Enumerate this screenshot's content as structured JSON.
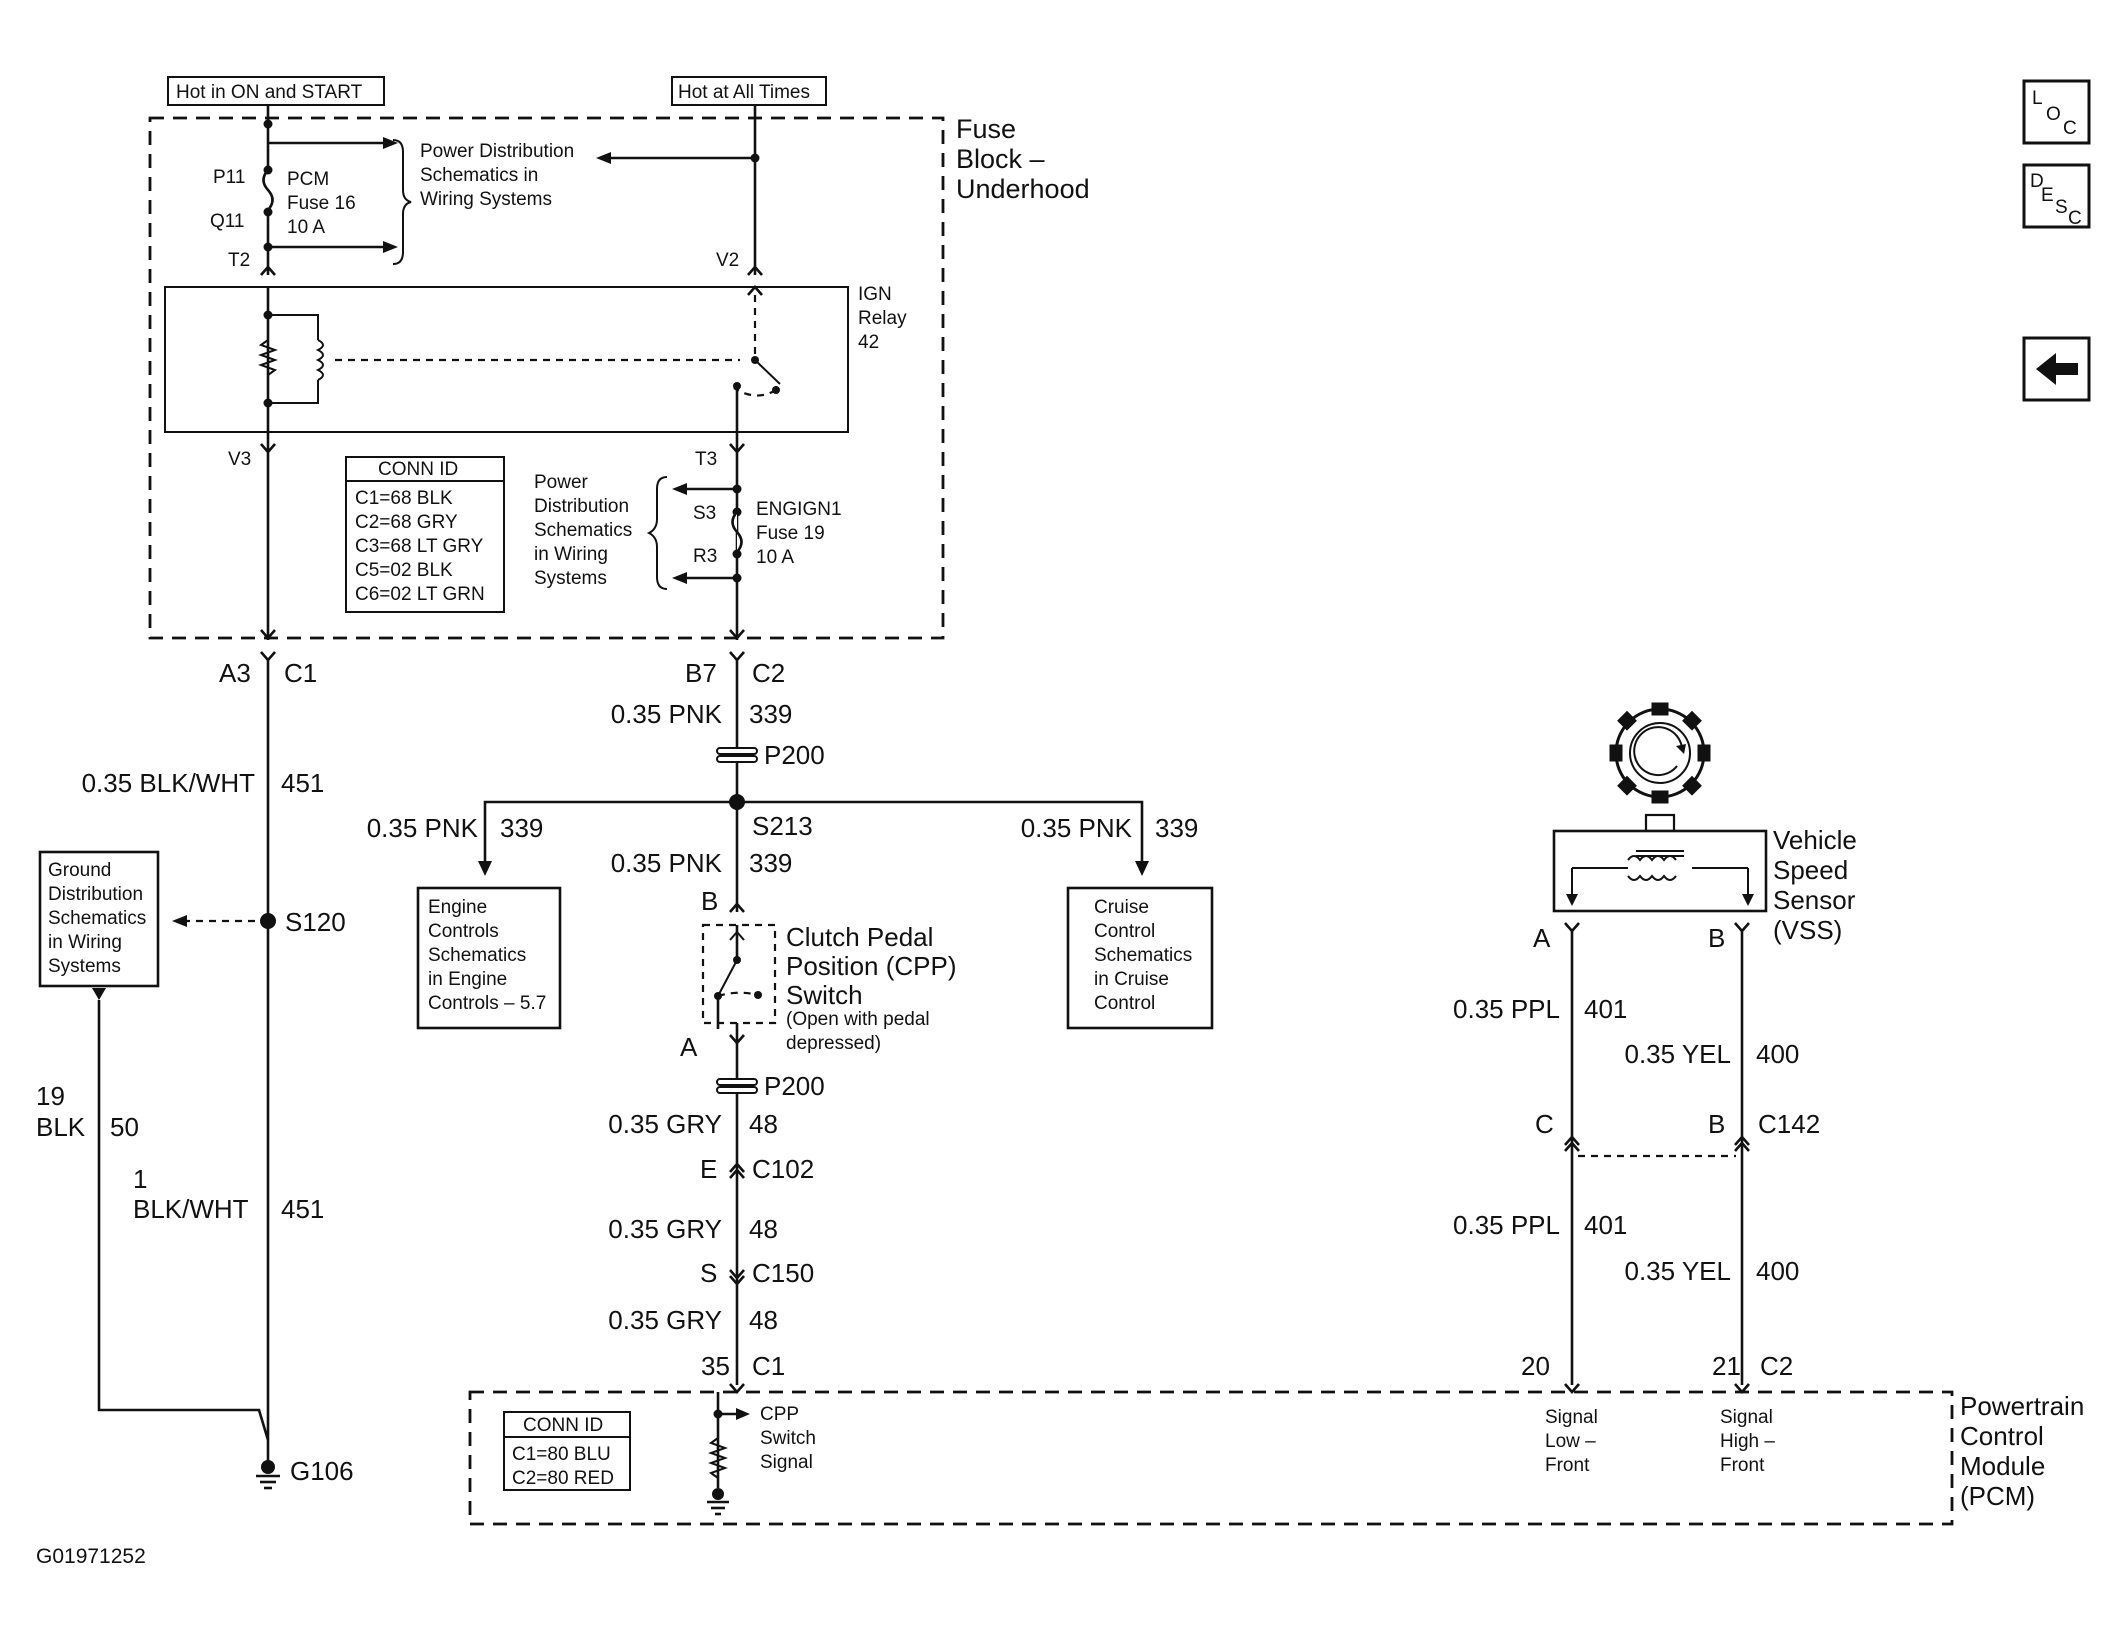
{
  "power_labels": {
    "hot_on_start": "Hot in ON and START",
    "hot_all_times": "Hot at All Times"
  },
  "fuse_block": {
    "title_lines": [
      "Fuse",
      "Block –",
      "Underhood"
    ],
    "pin_p11": "P11",
    "pin_q11": "Q11",
    "pin_t2": "T2",
    "pin_v2": "V2",
    "pin_v3": "V3",
    "pin_t3": "T3",
    "pin_s3": "S3",
    "pin_r3": "R3",
    "pcm_fuse_lines": [
      "PCM",
      "Fuse 16",
      "10 A"
    ],
    "power_dist_top_lines": [
      "Power Distribution",
      "Schematics in",
      "Wiring Systems"
    ],
    "ign_relay_lines": [
      "IGN",
      "Relay",
      "42"
    ],
    "conn_id": {
      "title": "CONN ID",
      "items": [
        "C1=68 BLK",
        "C2=68 GRY",
        "C3=68 LT GRY",
        "C5=02 BLK",
        "C6=02 LT GRN"
      ]
    },
    "power_dist_bottom_lines": [
      "Power",
      "Distribution",
      "Schematics",
      "in Wiring",
      "Systems"
    ],
    "engign_fuse_lines": [
      "ENGIGN1",
      "Fuse 19",
      "10 A"
    ]
  },
  "left_circuit": {
    "conn_pin": "A3",
    "conn": "C1",
    "wire": "0.35 BLK/WHT",
    "circuit": "451",
    "splice": "S120",
    "ground_dist_lines": [
      "Ground",
      "Distribution",
      "Schematics",
      "in Wiring",
      "Systems"
    ],
    "gnd_wire_a": "19",
    "gnd_wire_b": "BLK",
    "gnd_circuit": "50",
    "wire2_a": "1",
    "wire2_b": "BLK/WHT",
    "circuit2": "451",
    "ground": "G106"
  },
  "center_circuit": {
    "conn_pin": "B7",
    "conn": "C2",
    "wire": "0.35 PNK",
    "circuit": "339",
    "inline_conn": "P200",
    "splice": "S213",
    "branch_left_wire": "0.35 PNK",
    "branch_left_circuit": "339",
    "branch_center_wire": "0.35 PNK",
    "branch_center_circuit": "339",
    "branch_right_wire": "0.35 PNK",
    "branch_right_circuit": "339",
    "engine_controls_lines": [
      "Engine",
      "Controls",
      "Schematics",
      "in Engine",
      "Controls – 5.7"
    ],
    "cruise_control_lines": [
      "Cruise",
      "Control",
      "Schematics",
      "in Cruise",
      "Control"
    ],
    "switch_pin_b": "B",
    "switch_pin_a": "A",
    "switch_lines": [
      "Clutch Pedal",
      "Position (CPP)",
      "Switch"
    ],
    "switch_note_lines": [
      "(Open with pedal",
      "depressed)"
    ],
    "inline_conn2": "P200",
    "wire2": "0.35 GRY",
    "circuit2": "48",
    "c102_pin": "E",
    "c102": "C102",
    "wire3": "0.35 GRY",
    "circuit3": "48",
    "c150_pin": "S",
    "c150": "C150",
    "wire4": "0.35 GRY",
    "circuit4": "48",
    "pcm_pin": "35",
    "pcm_conn": "C1"
  },
  "vss": {
    "label_lines": [
      "Vehicle",
      "Speed",
      "Sensor",
      "(VSS)"
    ],
    "pin_a": "A",
    "pin_b": "B",
    "wire_ppl": "0.35 PPL",
    "circuit_ppl": "401",
    "wire_yel": "0.35 YEL",
    "circuit_yel": "400",
    "c142_pin_c": "C",
    "c142_pin_b": "B",
    "c142": "C142",
    "wire_ppl2": "0.35 PPL",
    "circuit_ppl2": "401",
    "wire_yel2": "0.35 YEL",
    "circuit_yel2": "400",
    "pcm_pin_low": "20",
    "pcm_pin_high": "21",
    "pcm_conn": "C2"
  },
  "pcm": {
    "title_lines": [
      "Powertrain",
      "Control",
      "Module",
      "(PCM)"
    ],
    "conn_id": {
      "title": "CONN ID",
      "items": [
        "C1=80 BLU",
        "C2=80 RED"
      ]
    },
    "cpp_signal_lines": [
      "CPP",
      "Switch",
      "Signal"
    ],
    "signal_low_lines": [
      "Signal",
      "Low –",
      "Front"
    ],
    "signal_high_lines": [
      "Signal",
      "High –",
      "Front"
    ]
  },
  "nav": {
    "loc_letters": [
      "L",
      "O",
      "C"
    ],
    "desc_letters": [
      "D",
      "E",
      "S",
      "C"
    ],
    "back_icon": "left-arrow-icon"
  },
  "figure_id": "G01971252"
}
